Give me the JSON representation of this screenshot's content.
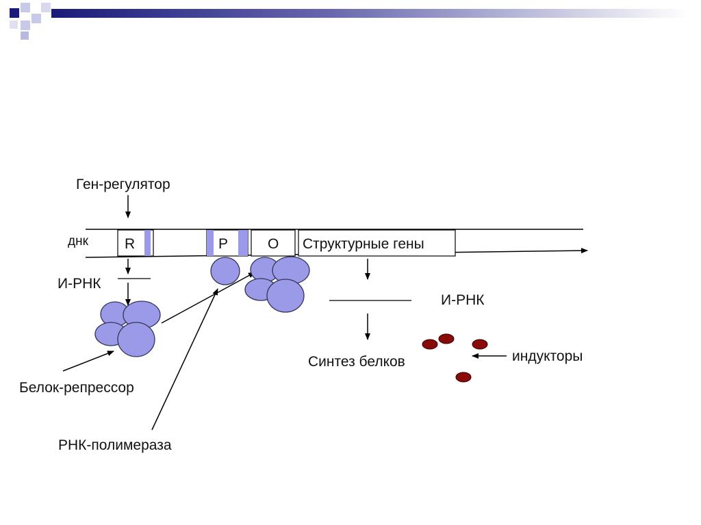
{
  "colors": {
    "header_dark": "#1a1a7a",
    "header_light": "#ffffff",
    "lavender": "#9a9ae8",
    "bead_stroke": "#333355",
    "inducer": "#8a0a0a",
    "line": "#000000"
  },
  "labels": {
    "gene_regulator": "Ген-регулятор",
    "dna": "днк",
    "box_r": "R",
    "box_p": "P",
    "box_o": "O",
    "structural_genes": "Структурные гены",
    "mrna_left": "И-РНК",
    "mrna_right": "И-РНК",
    "protein_synthesis": "Синтез белков",
    "inducers": "индукторы",
    "repressor_protein": "Белок-репрессор",
    "rna_polymerase": "РНК-полимераза"
  }
}
